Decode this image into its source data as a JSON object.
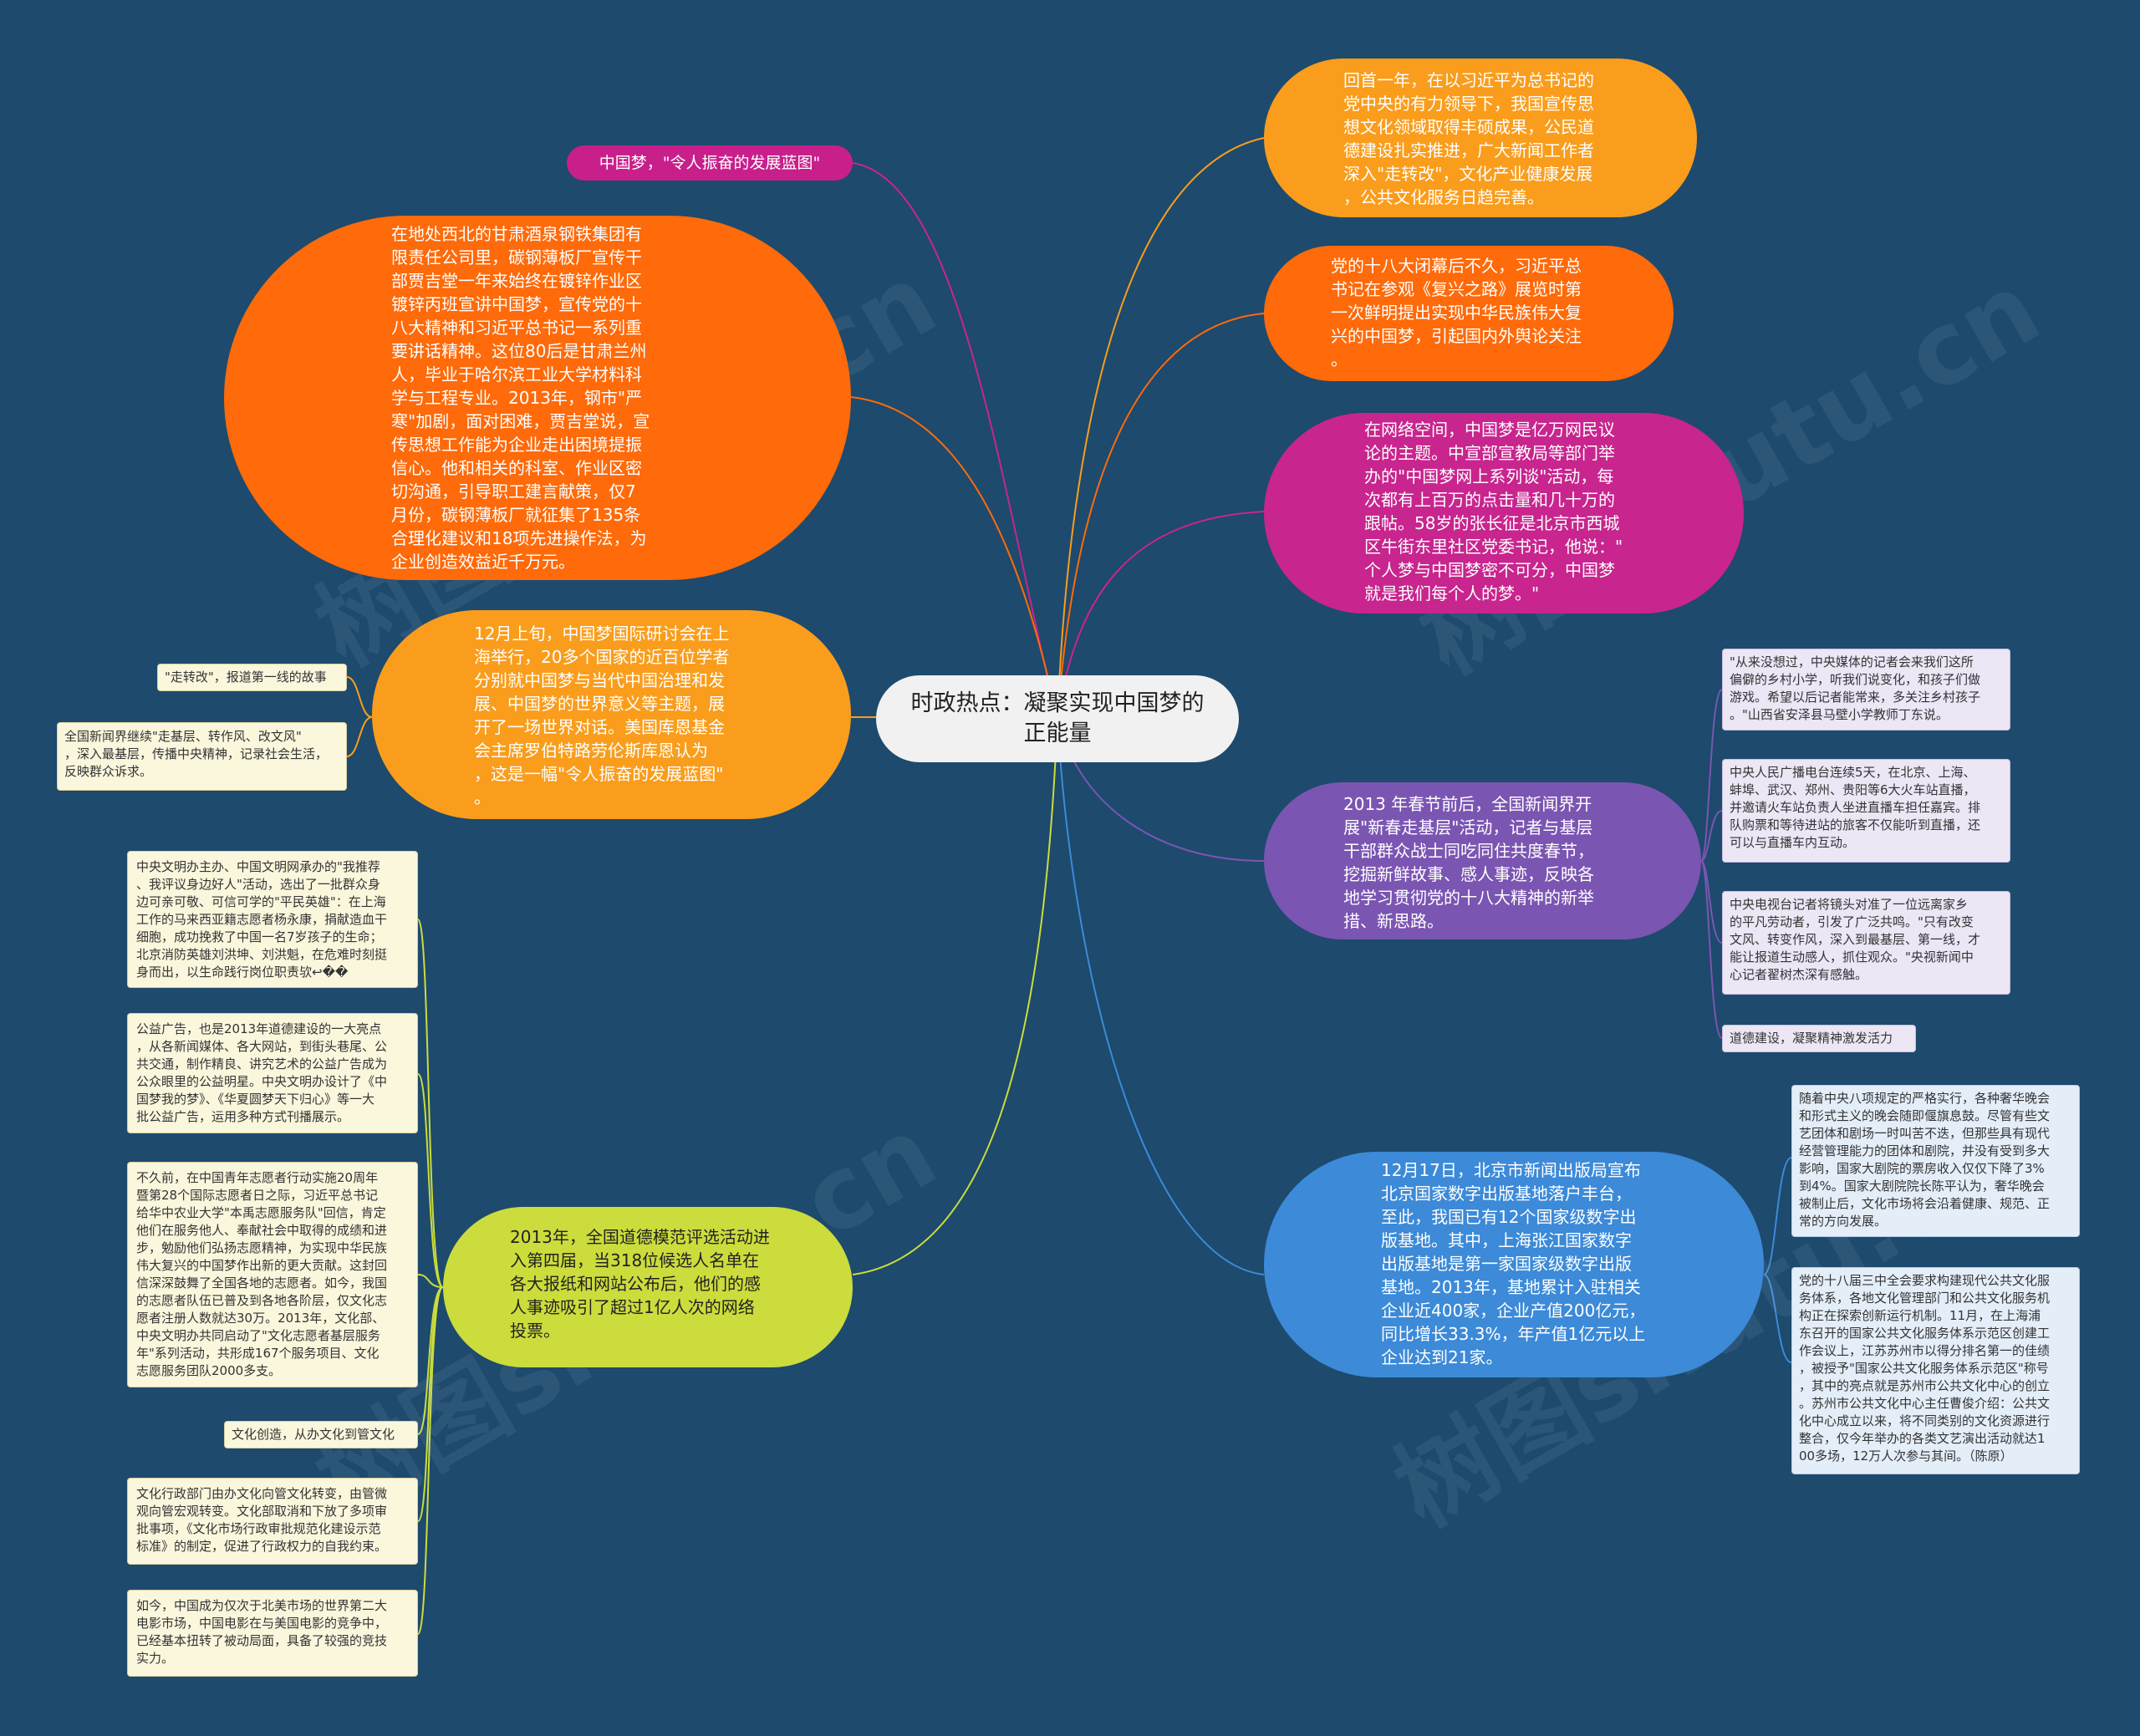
{
  "colors": {
    "background": "#1d4a6d",
    "orange": "#fa9d1c",
    "red_orange": "#ff6a0a",
    "magenta": "#c8258e",
    "purple": "#7b55b2",
    "blue": "#3c8ad8",
    "lime": "#cbdc3c"
  },
  "center": {
    "title": "时政热点：凝聚实现中国梦的正能量"
  },
  "left": {
    "pill": {
      "text": "中国梦，\"令人振奋的发展蓝图\""
    },
    "gansu": {
      "text": "在地处西北的甘肃酒泉钢铁集团有\n限责任公司里，碳钢薄板厂宣传干\n部贾吉堂一年来始终在镀锌作业区\n镀锌丙班宣讲中国梦，宣传党的十\n八大精神和习近平总书记一系列重\n要讲话精神。这位80后是甘肃兰州\n人，毕业于哈尔滨工业大学材料科\n学与工程专业。2013年，钢市\"严\n寒\"加剧，面对困难，贾吉堂说，宣\n传思想工作能为企业走出困境提振\n信心。他和相关的科室、作业区密\n切沟通，引导职工建言献策，仅7\n月份，碳钢薄板厂就征集了135条\n合理化建议和18项先进操作法，为\n企业创造效益近千万元。"
    },
    "seminar": {
      "text": "12月上旬，中国梦国际研讨会在上\n海举行，20多个国家的近百位学者\n分别就中国梦与当代中国治理和发\n展、中国梦的世界意义等主题，展\n开了一场世界对话。美国库恩基金\n会主席罗伯特路劳伦斯库恩认为\n，这是一幅\"令人振奋的发展蓝图\"\n。",
      "leaves": [
        "\"走转改\"，报道第一线的故事",
        "全国新闻界继续\"走基层、转作风、改文风\"\n，深入最基层，传播中央精神，记录社会生活，\n反映群众诉求。"
      ]
    },
    "moral": {
      "text": "2013年，全国道德模范评选活动进\n入第四届，当318位候选人名单在\n各大报纸和网站公布后，他们的感\n人事迹吸引了超过1亿人次的网络\n投票。",
      "leaves": [
        "中央文明办主办、中国文明网承办的\"我推荐\n、我评议身边好人\"活动，选出了一批群众身\n边可亲可敬、可信可学的\"平民英雄\"：在上海\n工作的马来西亚籍志愿者杨永康，捐献造血干\n细胞，成功挽救了中国一名7岁孩子的生命；\n北京消防英雄刘洪坤、刘洪魁，在危难时刻挺\n身而出，以生命践行岗位职责欤↩��",
        "公益广告，也是2013年道德建设的一大亮点\n，从各新闻媒体、各大网站，到街头巷尾、公\n共交通，制作精良、讲究艺术的公益广告成为\n公众眼里的公益明星。中央文明办设计了《中\n国梦我的梦》、《华夏圆梦天下归心》等一大\n批公益广告，运用多种方式刊播展示。",
        "不久前，在中国青年志愿者行动实施20周年\n暨第28个国际志愿者日之际，习近平总书记\n给华中农业大学\"本禹志愿服务队\"回信，肯定\n他们在服务他人、奉献社会中取得的成绩和进\n步，勉励他们弘扬志愿精神，为实现中华民族\n伟大复兴的中国梦作出新的更大贡献。这封回\n信深深鼓舞了全国各地的志愿者。如今，我国\n的志愿者队伍已普及到各地各阶层，仅文化志\n愿者注册人数就达30万。2013年，文化部、\n中央文明办共同启动了\"文化志愿者基层服务\n年\"系列活动，共形成167个服务项目、文化\n志愿服务团队2000多支。",
        "文化创造，从办文化到管文化",
        "文化行政部门由办文化向管文化转变，由管微\n观向管宏观转变。文化部取消和下放了多项审\n批事项，《文化市场行政审批规范化建设示范\n标准》的制定，促进了行政权力的自我约束。",
        "如今，中国成为仅次于北美市场的世界第二大\n电影市场，中国电影在与美国电影的竞争中，\n已经基本扭转了被动局面，具备了较强的竞技\n实力。"
      ]
    }
  },
  "right": {
    "review": {
      "text": "回首一年，在以习近平为总书记的\n党中央的有力领导下，我国宣传思\n想文化领域取得丰硕成果，公民道\n德建设扎实推进，广大新闻工作者\n深入\"走转改\"，文化产业健康发展\n，公共文化服务日趋完善。"
    },
    "congress": {
      "text": "党的十八大闭幕后不久，习近平总\n书记在参观《复兴之路》展览时第\n一次鲜明提出实现中华民族伟大复\n兴的中国梦，引起国内外舆论关注\n。"
    },
    "network": {
      "text": "在网络空间，中国梦是亿万网民议\n论的主题。中宣部宣教局等部门举\n办的\"中国梦网上系列谈\"活动，每\n次都有上百万的点击量和几十万的\n跟帖。58岁的张长征是北京市西城\n区牛街东里社区党委书记，他说：\"\n个人梦与中国梦密不可分，中国梦\n就是我们每个人的梦。\""
    },
    "spring": {
      "text": "2013 年春节前后，全国新闻界开\n展\"新春走基层\"活动，记者与基层\n干部群众战士同吃同住共度春节，\n挖掘新鲜故事、感人事迹，反映各\n地学习贯彻党的十八大精神的新举\n措、新思路。",
      "leaves": [
        "\"从来没想过，中央媒体的记者会来我们这所\n偏僻的乡村小学，听我们说变化，和孩子们做\n游戏。希望以后记者能常来，多关注乡村孩子\n。\"山西省安泽县马壁小学教师丁东说。",
        "中央人民广播电台连续5天，在北京、上海、\n蚌埠、武汉、郑州、贵阳等6大火车站直播，\n并邀请火车站负责人坐进直播车担任嘉宾。排\n队购票和等待进站的旅客不仅能听到直播，还\n可以与直播车内互动。",
        "中央电视台记者将镜头对准了一位远离家乡\n的平凡劳动者，引发了广泛共鸣。\"只有改变\n文风、转变作风，深入到最基层、第一线，才\n能让报道生动感人，抓住观众。\"央视新闻中\n心记者翟树杰深有感触。",
        "道德建设，凝聚精神激发活力"
      ]
    },
    "digital": {
      "text": "12月17日，北京市新闻出版局宣布\n北京国家数字出版基地落户丰台，\n至此，我国已有12个国家级数字出\n版基地。其中，上海张江国家数字\n出版基地是第一家国家级数字出版\n基地。2013年，基地累计入驻相关\n企业近400家，企业产值200亿元，\n同比增长33.3%，年产值1亿元以上\n企业达到21家。",
      "leaves": [
        "随着中央八项规定的严格实行，各种奢华晚会\n和形式主义的晚会随即偃旗息鼓。尽管有些文\n艺团体和剧场一时叫苦不迭，但那些具有现代\n经营管理能力的团体和剧院，并没有受到多大\n影响，国家大剧院的票房收入仅仅下降了3%\n到4%。国家大剧院院长陈平认为，奢华晚会\n被制止后，文化市场将会沿着健康、规范、正\n常的方向发展。",
        "党的十八届三中全会要求构建现代公共文化服\n务体系，各地文化管理部门和公共文化服务机\n构正在探索创新运行机制。11月，在上海浦\n东召开的国家公共文化服务体系示范区创建工\n作会议上，江苏苏州市以得分排名第一的佳绩\n，被授予\"国家公共文化服务体系示范区\"称号\n，其中的亮点就是苏州市公共文化中心的创立\n。苏州市公共文化中心主任曹俊介绍：公共文\n化中心成立以来，将不同类别的文化资源进行\n整合，仅今年举办的各类文艺演出活动就达1\n00多场，12万人次参与其间。（陈原）"
      ]
    }
  },
  "watermarks": [
    "树图shutu.cn",
    "树图shutu.cn",
    "树图shutu.cn",
    "树图shutu.cn"
  ]
}
